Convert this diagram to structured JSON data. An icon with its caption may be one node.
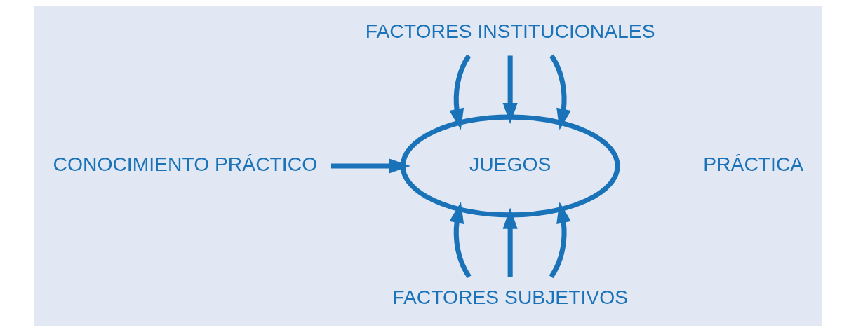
{
  "diagram": {
    "nodes": [
      {
        "text": [
          "FACTORES INSTITUCIONALES"
        ]
      },
      {
        "text": [
          "CONOCIMIENTO PRÁCTICO"
        ]
      },
      {
        "text": [
          "JUEGOS"
        ]
      },
      {
        "text": [
          "FACTORES SUBJETIVOS"
        ]
      },
      {
        "text": [
          "PRÁCTICA"
        ]
      }
    ],
    "edges": [
      {
        "from": 0,
        "to": 2,
        "arrow": "to"
      },
      {
        "from": 0,
        "to": 2,
        "arrow": "to"
      },
      {
        "from": 0,
        "to": 2,
        "arrow": "to"
      },
      {
        "from": 1,
        "to": 2,
        "arrow": "to"
      },
      {
        "from": 3,
        "to": 2,
        "arrow": "to"
      },
      {
        "from": 3,
        "to": 2,
        "arrow": "to"
      },
      {
        "from": 3,
        "to": 2,
        "arrow": "to"
      }
    ]
  }
}
